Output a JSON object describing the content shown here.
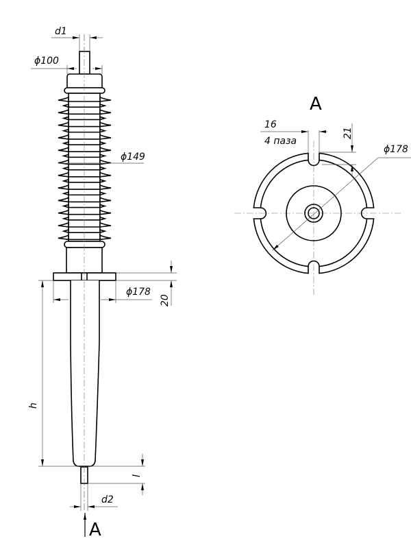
{
  "side_view": {
    "dims": {
      "d1": "d1",
      "phi100": "ϕ100",
      "phi149": "ϕ149",
      "phi178": "ϕ178",
      "flange_thickness": "20",
      "height": "h",
      "length": "l",
      "d2": "d2"
    },
    "view_arrow_label": "A",
    "shed_count": 12
  },
  "view_a": {
    "title": "A",
    "slot_width": "16",
    "slot_count": "4 паза",
    "slot_depth": "21",
    "diameter": "ϕ178"
  }
}
